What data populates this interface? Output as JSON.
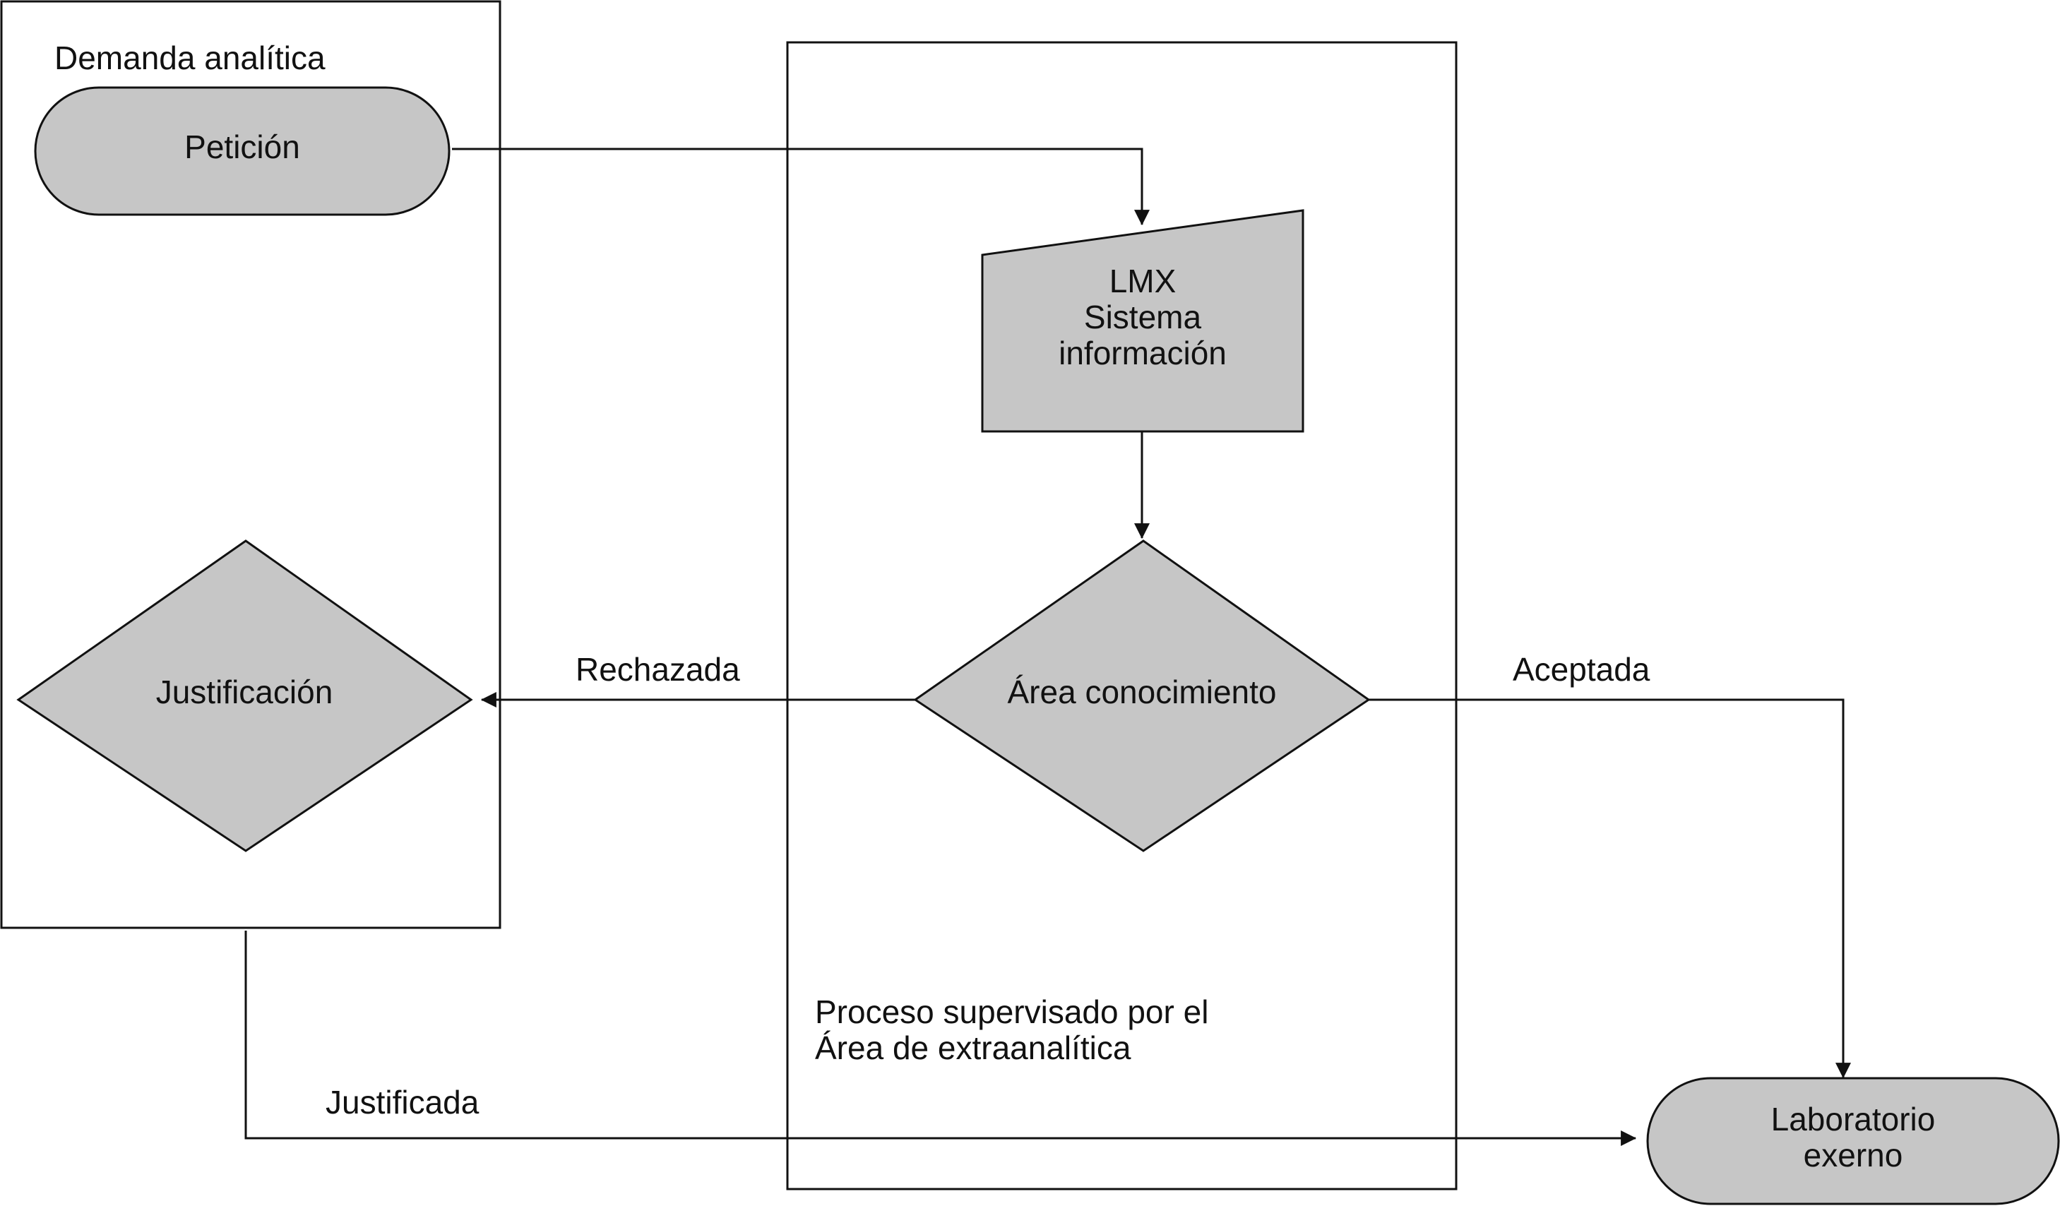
{
  "colors": {
    "shape_fill": "#c6c6c6",
    "line": "#111111",
    "background": "#ffffff"
  },
  "lanes": {
    "left_title": "Demanda analítica",
    "middle_title_line1": "Proceso supervisado por el",
    "middle_title_line2": "Área de extraanalítica"
  },
  "nodes": {
    "peticion": "Petición",
    "lmx_line1": "LMX",
    "lmx_line2": "Sistema",
    "lmx_line3": "información",
    "area_conocimiento": "Área conocimiento",
    "justificacion": "Justificación",
    "laboratorio_line1": "Laboratorio",
    "laboratorio_line2": "exerno"
  },
  "edges": {
    "rechazada": "Rechazada",
    "aceptada": "Aceptada",
    "justificada": "Justificada"
  }
}
